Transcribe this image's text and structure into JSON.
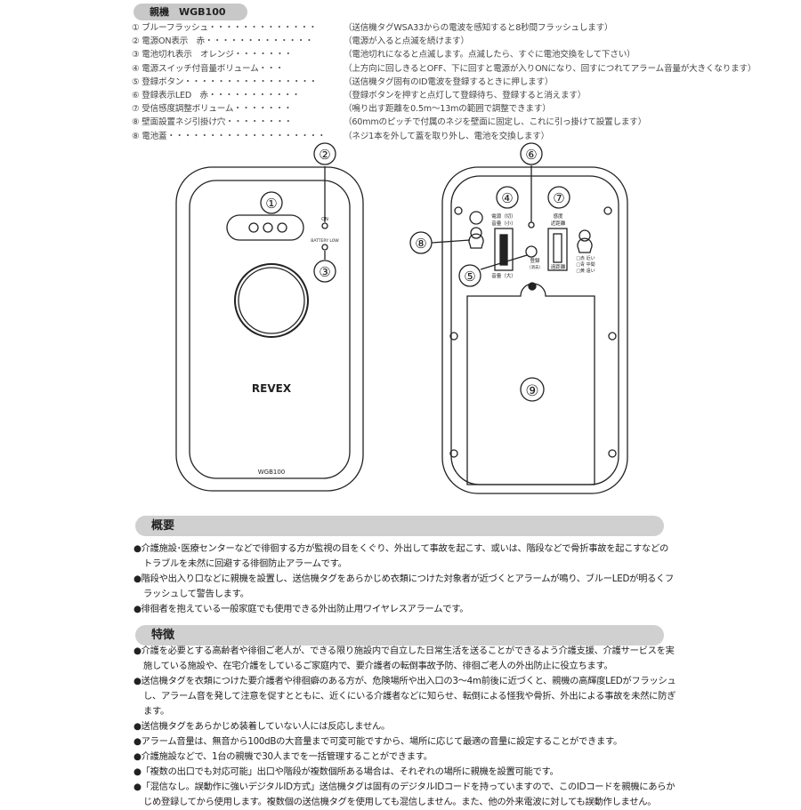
{
  "header": {
    "tag": "親機　WGB100"
  },
  "parts": [
    {
      "num": "①",
      "name": "ブルーフラッシュ・・・・・・・・・・・・・",
      "desc": "（送信機タグWSA33からの電波を感知すると8秒間フラッシュします）"
    },
    {
      "num": "②",
      "name": "電源ON表示　赤・・・・・・・・・・・・・",
      "desc": "（電源が入ると点滅を続けます）"
    },
    {
      "num": "③",
      "name": "電池切れ表示　オレンジ・・・・・・・",
      "desc": "（電池切れになると点滅します。点滅したら、すぐに電池交換をして下さい）"
    },
    {
      "num": "④",
      "name": "電源スイッチ付音量ボリューム・・・",
      "desc": "（上方向に回しきるとOFF、下に回すと電源が入りONになり、回すにつれてアラーム音量が大きくなります）"
    },
    {
      "num": "⑤",
      "name": "登録ボタン・・・・・・・・・・・・・・・・",
      "desc": "（送信機タグ固有のID電波を登録するときに押します）"
    },
    {
      "num": "⑥",
      "name": "登録表示LED　赤・・・・・・・・・・・",
      "desc": "（登録ボタンを押すと点灯して登録待ち、登録すると消えます）"
    },
    {
      "num": "⑦",
      "name": "受信感度調整ボリューム・・・・・・・",
      "desc": "（鳴り出す距離を0.5m～13mの範囲で調整できます）"
    },
    {
      "num": "⑧",
      "name": "壁面設置ネジ引掛け穴・・・・・・・・",
      "desc": "（60mmのピッチで付属のネジを壁面に固定し、これに引っ掛けて設置します）"
    },
    {
      "num": "⑧",
      "name": "電池蓋・・・・・・・・・・・・・・・・・・・",
      "desc": "（ネジ1本を外して蓋を取り外し、電池を交換します）"
    }
  ],
  "front": {
    "brand": "REVEX",
    "model": "WGB100",
    "on_label": "ON",
    "battery_label": "BATTERY LOW",
    "callouts": [
      "①",
      "②",
      "③"
    ]
  },
  "back": {
    "callouts": [
      "④",
      "⑤",
      "⑥",
      "⑦",
      "⑧",
      "⑨"
    ],
    "power_label_1": "電源（切）",
    "power_label_2": "音量（小）",
    "volume_max": "音量（大）",
    "register_1": "登録",
    "register_2": "（消去）",
    "sens_1": "感度",
    "sens_2": "近距離",
    "far": "遠距離",
    "legend": [
      "□赤 近い",
      "□青 中間",
      "□黄 遠い"
    ]
  },
  "overview": {
    "title": "概要",
    "items": [
      "●介護施設･医療センターなどで徘徊する方が監視の目をくぐり、外出して事故を起こす、或いは、階段などで骨折事故を起こすなどのトラブルを未然に回避する徘徊防止アラームです。",
      "●階段や出入り口などに親機を設置し、送信機タグをあらかじめ衣類につけた対象者が近づくとアラームが鳴り、ブルーLEDが明るくフラッシュして警告します。",
      "●徘徊者を抱えている一般家庭でも使用できる外出防止用ワイヤレスアラームです。"
    ]
  },
  "features": {
    "title": "特徴",
    "items": [
      "●介護を必要とする高齢者や徘徊ご老人が、できる限り施設内で自立した日常生活を送ることができるよう介護支援、介護サービスを実施している施設や、在宅介護をしているご家庭内で、要介護者の転倒事故予防、徘徊ご老人の外出防止に役立ちます。",
      "●送信機タグを衣類につけた要介護者や徘徊癖のある方が、危険場所や出入口の3～4m前後に近づくと、親機の高輝度LEDがフラッシュし、アラーム音を発して注意を促すとともに、近くにいる介護者などに知らせ、転倒による怪我や骨折、外出による事故を未然に防ぎます。",
      "●送信機タグをあらかじめ装着していない人には反応しません。",
      "●アラーム音量は、無音から100dBの大音量まで可変可能ですから、場所に応じて最適の音量に設定することができます。",
      "●介護施設などで、1台の親機で30人までを一括管理することができます。",
      "●「複数の出口でも対応可能」出口や階段が複数個所ある場合は、それぞれの場所に親機を設置可能です。",
      "●「混信なし。誤動作に強いデジタルID方式」送信機タグは固有のデジタルIDコードを持っていますので、このIDコードを親機にあらかじめ登録してから使用します。複数個の送信機タグを使用しても混信しません。また、他の外来電波に対しても誤動作しません。"
    ]
  }
}
